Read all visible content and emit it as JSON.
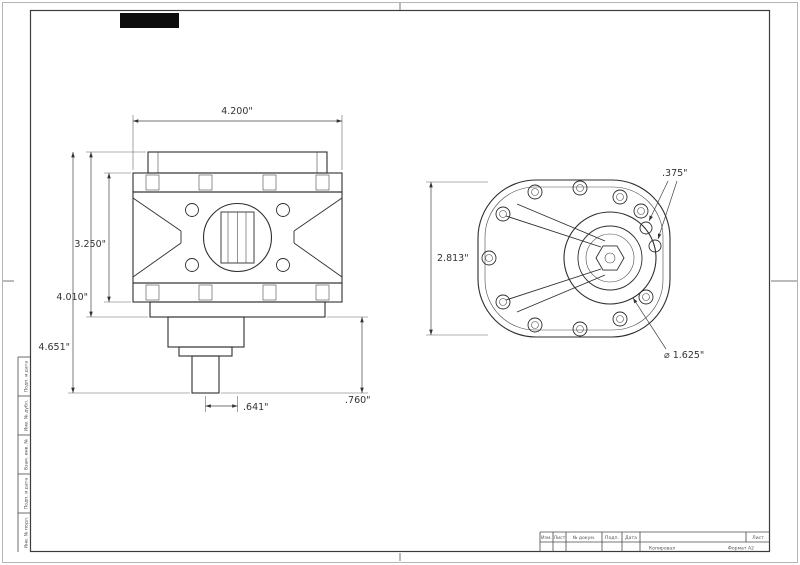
{
  "side_view": {
    "dims": {
      "overall_width": "4.200\"",
      "body_height": "3.250\"",
      "flange_height": "4.010\"",
      "overall_height": "4.651\"",
      "shaft_offset": ".641\"",
      "shaft_length": ".760\""
    }
  },
  "front_view": {
    "dims": {
      "body_height": "2.813\"",
      "port_dia": ".375\"",
      "hub_dia": "⌀ 1.625\""
    }
  },
  "frame": {
    "left_column": [
      "Подп. и дата",
      "Инв. № дубл.",
      "Взам. инв. №",
      "Подп. и дата",
      "Инв. № подл."
    ],
    "title_block": {
      "cols": [
        "Изм.",
        "Лист",
        "№ докум.",
        "Подп.",
        "Дата"
      ],
      "sheet_label": "Лист",
      "copied_label": "Копировал",
      "format_label": "Формат А2"
    }
  }
}
